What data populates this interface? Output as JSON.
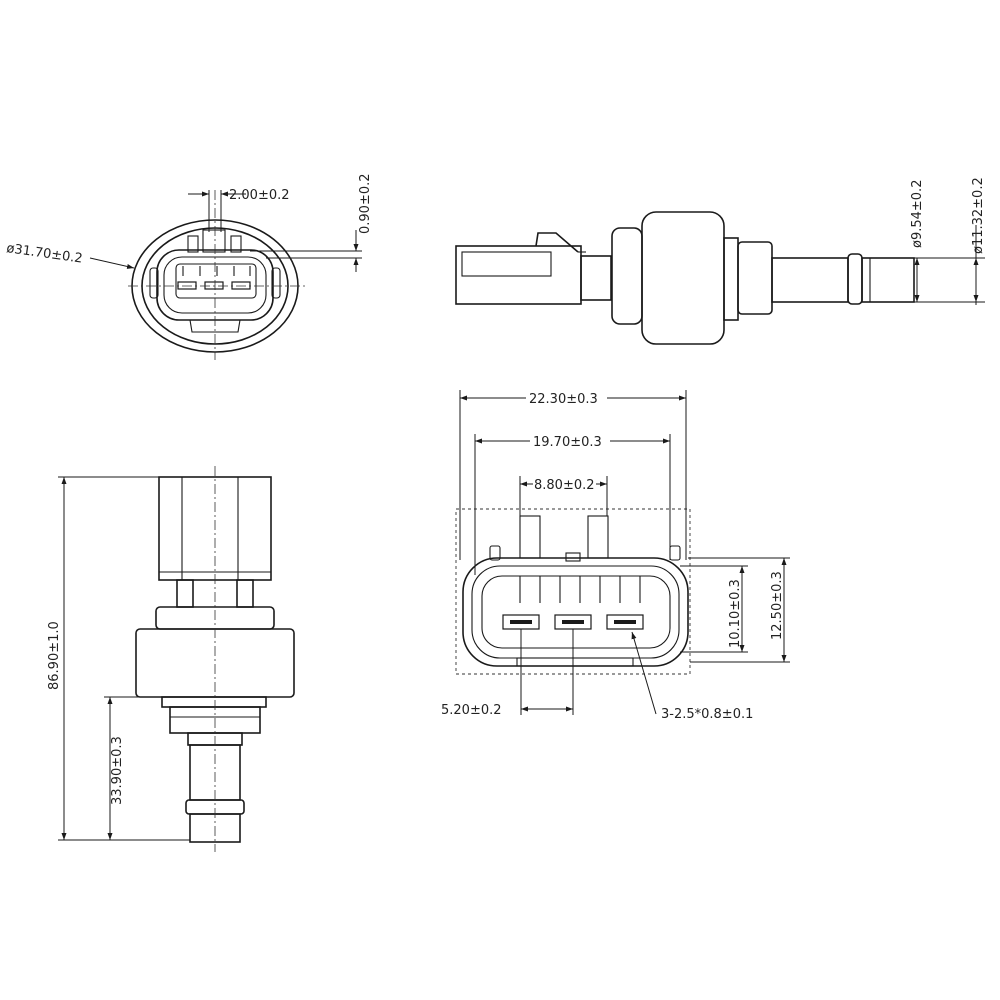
{
  "dimensions": {
    "front_pin_gap": "2.00±0.2",
    "front_pin_thickness": "0.90±0.2",
    "front_diameter": "ø31.70±0.2",
    "side_inner_diameter": "ø9.54±0.2",
    "side_outer_diameter": "ø11.32±0.2",
    "overall_length": "86.90±1.0",
    "thread_length": "33.90±0.3",
    "connector_outer_width": "22.30±0.3",
    "connector_inner_width": "19.70±0.3",
    "latch_spacing": "8.80±0.2",
    "pin_pitch": "5.20±0.2",
    "pin_spec": "3-2.5*0.8±0.1",
    "connector_inner_height": "10.10±0.3",
    "connector_outer_height": "12.50±0.3"
  }
}
